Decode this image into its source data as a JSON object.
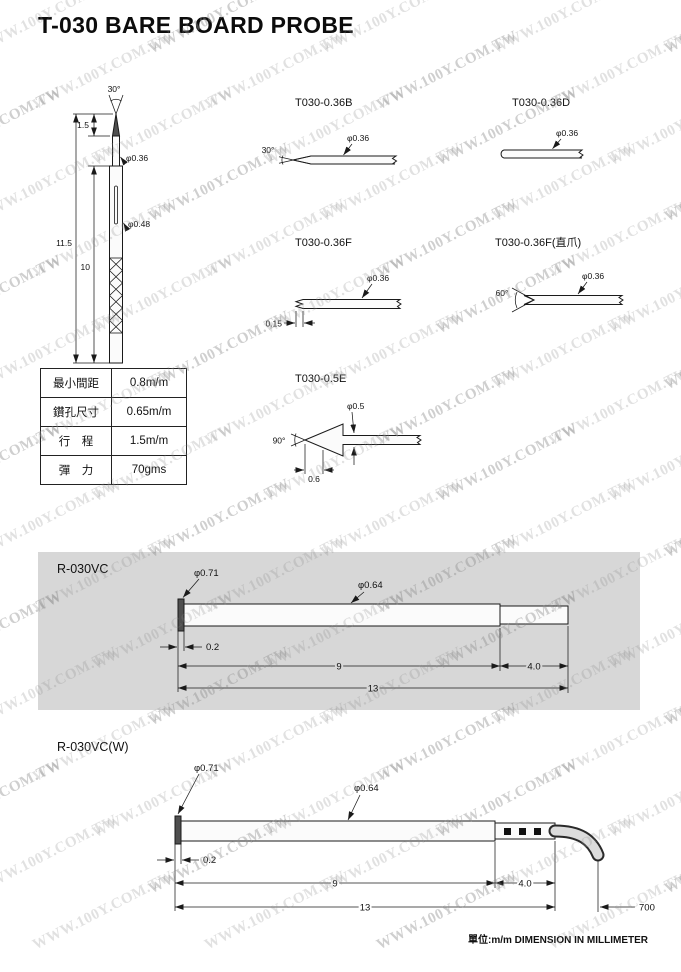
{
  "page": {
    "title": "T-030 BARE BOARD PROBE",
    "watermark": "WWW.100Y.COM.TW",
    "footer_note": "單位:m/m DIMENSION IN MILLIMETER"
  },
  "main_probe": {
    "tip_angle": "30°",
    "tip_length": "1.5",
    "overall_length": "11.5",
    "travel_length": "10",
    "tip_diameter": "φ0.36",
    "barrel_diameter": "φ0.48"
  },
  "tip_b": {
    "label": "T030-0.36B",
    "angle": "30°",
    "diameter": "φ0.36"
  },
  "tip_d": {
    "label": "T030-0.36D",
    "diameter": "φ0.36"
  },
  "tip_f": {
    "label": "T030-0.36F",
    "diameter": "φ0.36",
    "depth": "0.15"
  },
  "tip_f2": {
    "label": "T030-0.36F(直爪)",
    "angle": "60°",
    "diameter": "φ0.36"
  },
  "tip_e": {
    "label": "T030-0.5E",
    "angle": "90°",
    "diameter": "φ0.5",
    "length": "0.6"
  },
  "spec_table": {
    "rows": [
      {
        "label": "最小間距",
        "value": "0.8m/m"
      },
      {
        "label": "鑽孔尺寸",
        "value": "0.65m/m"
      },
      {
        "label": "行　程",
        "value": "1.5m/m"
      },
      {
        "label": "彈　力",
        "value": "70gms"
      }
    ]
  },
  "receptacle_vc": {
    "label": "R-030VC",
    "flange_diameter": "φ0.71",
    "body_diameter": "φ0.64",
    "flange_length": "0.2",
    "body_length": "9",
    "tail_length": "4.0",
    "total_length": "13"
  },
  "receptacle_vcw": {
    "label": "R-030VC(W)",
    "flange_diameter": "φ0.71",
    "body_diameter": "φ0.64",
    "flange_length": "0.2",
    "body_length": "9",
    "tail_length": "4.0",
    "total_length": "13",
    "wire_length": "700"
  }
}
